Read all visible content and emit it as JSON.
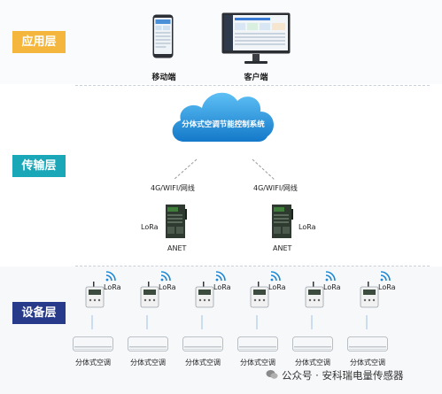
{
  "layers": {
    "application": "应用层",
    "transport": "传输层",
    "device": "设备层"
  },
  "clients": {
    "mobile": "移动端",
    "desktop": "客户端"
  },
  "cloud": {
    "title": "分体式空调节能控制系统"
  },
  "gateways": [
    {
      "network": "4G/WIFI/网线",
      "name": "ANET",
      "radio": "LoRa"
    },
    {
      "network": "4G/WIFI/网线",
      "name": "ANET",
      "radio": "LoRa"
    }
  ],
  "controllers": [
    {
      "radio": "LoRa"
    },
    {
      "radio": "LoRa"
    },
    {
      "radio": "LoRa"
    },
    {
      "radio": "LoRa"
    },
    {
      "radio": "LoRa"
    },
    {
      "radio": "LoRa"
    }
  ],
  "air_conditioners": [
    {
      "label": "分体式空调"
    },
    {
      "label": "分体式空调"
    },
    {
      "label": "分体式空调"
    },
    {
      "label": "分体式空调"
    },
    {
      "label": "分体式空调"
    },
    {
      "label": "分体式空调"
    }
  ],
  "watermark": "公众号 · 安科瑞电量传感器",
  "colors": {
    "app_label": "#f4b63c",
    "transport_label": "#1aa7b8",
    "device_label": "#273b8a",
    "cloud": "#1e8fd8",
    "wifi": "#1e88d4"
  }
}
